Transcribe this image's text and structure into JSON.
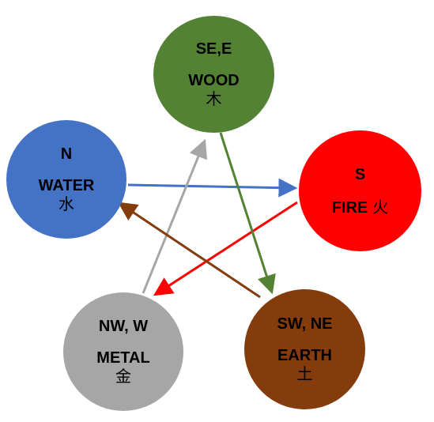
{
  "nodes": {
    "wood": {
      "direction": "SE,E",
      "element": "WOOD",
      "character": "木",
      "color": "#548235"
    },
    "water": {
      "direction": "N",
      "element": "WATER",
      "character": "水",
      "color": "#4472c4"
    },
    "fire": {
      "direction": "S",
      "element": "FIRE",
      "character": "火",
      "color": "#ff0000"
    },
    "metal": {
      "direction": "NW, W",
      "element": "METAL",
      "character": "金",
      "color": "#a6a6a6"
    },
    "earth": {
      "direction": "SW, NE",
      "element": "EARTH",
      "character": "土",
      "color": "#843c0c"
    }
  },
  "arrows": [
    {
      "from": "water",
      "to": "fire",
      "color": "#4472c4"
    },
    {
      "from": "fire",
      "to": "metal",
      "color": "#ff0000"
    },
    {
      "from": "metal",
      "to": "wood",
      "color": "#a6a6a6"
    },
    {
      "from": "wood",
      "to": "earth",
      "color": "#548235"
    },
    {
      "from": "earth",
      "to": "water",
      "color": "#843c0c"
    }
  ]
}
